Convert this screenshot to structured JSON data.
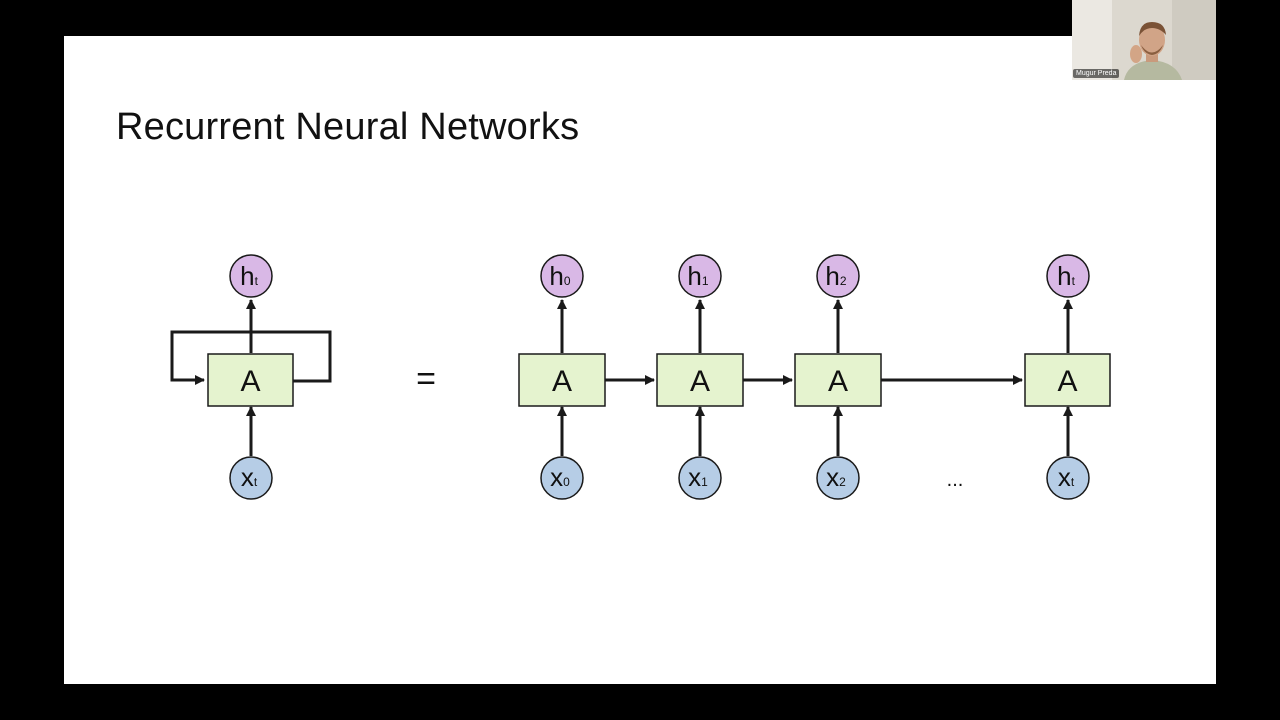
{
  "slide": {
    "title": "Recurrent Neural Networks"
  },
  "diagram": {
    "rolled": {
      "cell_label": "A",
      "output": {
        "main": "h",
        "sub": "t"
      },
      "input": {
        "main": "x",
        "sub": "t"
      }
    },
    "equals": "=",
    "unrolled": [
      {
        "cell_label": "A",
        "output": {
          "main": "h",
          "sub": "0"
        },
        "input": {
          "main": "x",
          "sub": "0"
        }
      },
      {
        "cell_label": "A",
        "output": {
          "main": "h",
          "sub": "1"
        },
        "input": {
          "main": "x",
          "sub": "1"
        }
      },
      {
        "cell_label": "A",
        "output": {
          "main": "h",
          "sub": "2"
        },
        "input": {
          "main": "x",
          "sub": "2"
        }
      },
      {
        "cell_label": "A",
        "output": {
          "main": "h",
          "sub": "t"
        },
        "input": {
          "main": "x",
          "sub": "t"
        }
      }
    ],
    "ellipsis": "...",
    "colors": {
      "cell_fill": "#e5f3cf",
      "output_fill": "#d9b8e6",
      "input_fill": "#b6cde6",
      "stroke": "#1a1a1a"
    }
  },
  "webcam": {
    "participant_name": "Mugur Preda"
  }
}
